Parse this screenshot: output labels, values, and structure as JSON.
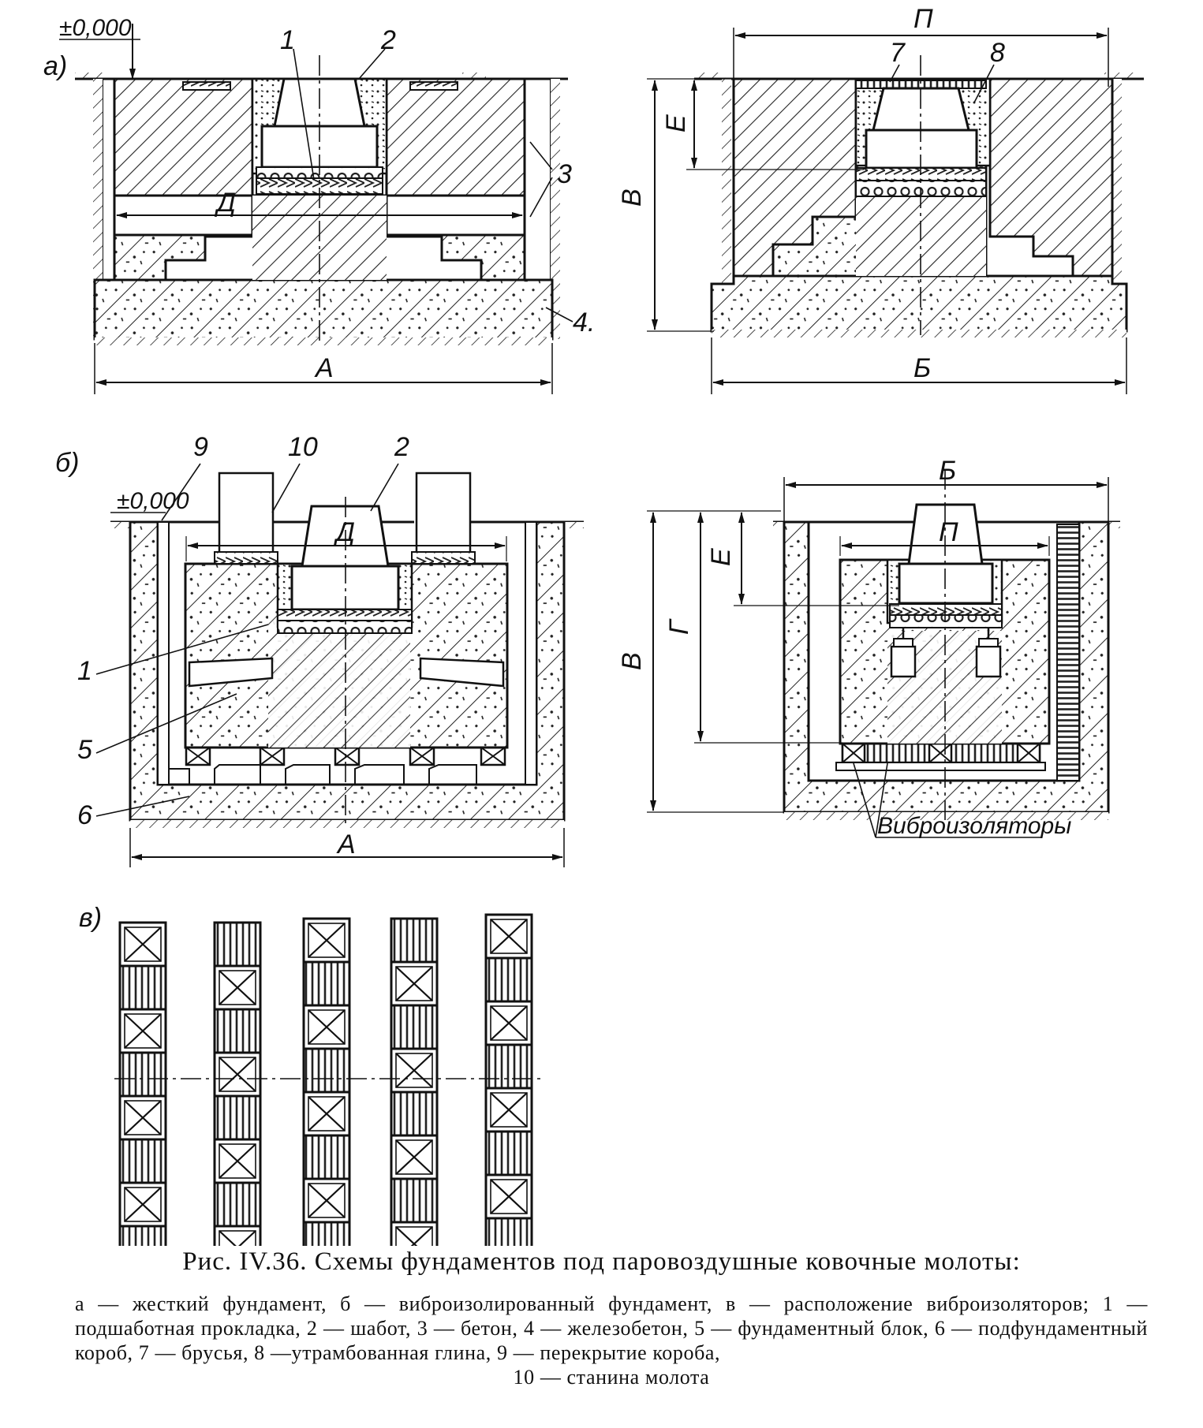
{
  "figure": {
    "level_mark": "±0,000",
    "panel_a": "а)",
    "panel_b": "б)",
    "panel_v": "в)",
    "dims": {
      "A": "А",
      "B": "Б",
      "V": "В",
      "G": "Г",
      "D": "Д",
      "E": "Е",
      "P": "П"
    },
    "parts": {
      "p1": "1",
      "p2": "2",
      "p3": "3",
      "p4": "4.",
      "p5": "5",
      "p6": "6",
      "p7": "7",
      "p8": "8",
      "p9": "9",
      "p10": "10"
    },
    "vibro_label": "Виброизоляторы",
    "caption": "Рис. IV.36. Схемы фундаментов под паровоздушные ковочные молоты:",
    "legend_main": "а — жесткий фундамент, б — виброизолированный фундамент, в — расположение виброизоляторов; 1 — подшаботная прокладка, 2 — шабот, 3 — бетон, 4 — железобетон, 5 — фундаментный блок, 6 — подфундаментный короб, 7 — брусья, 8 —утрамбованная глина, 9 — перекрытие короба,",
    "legend_last": "10 — станина молота"
  }
}
